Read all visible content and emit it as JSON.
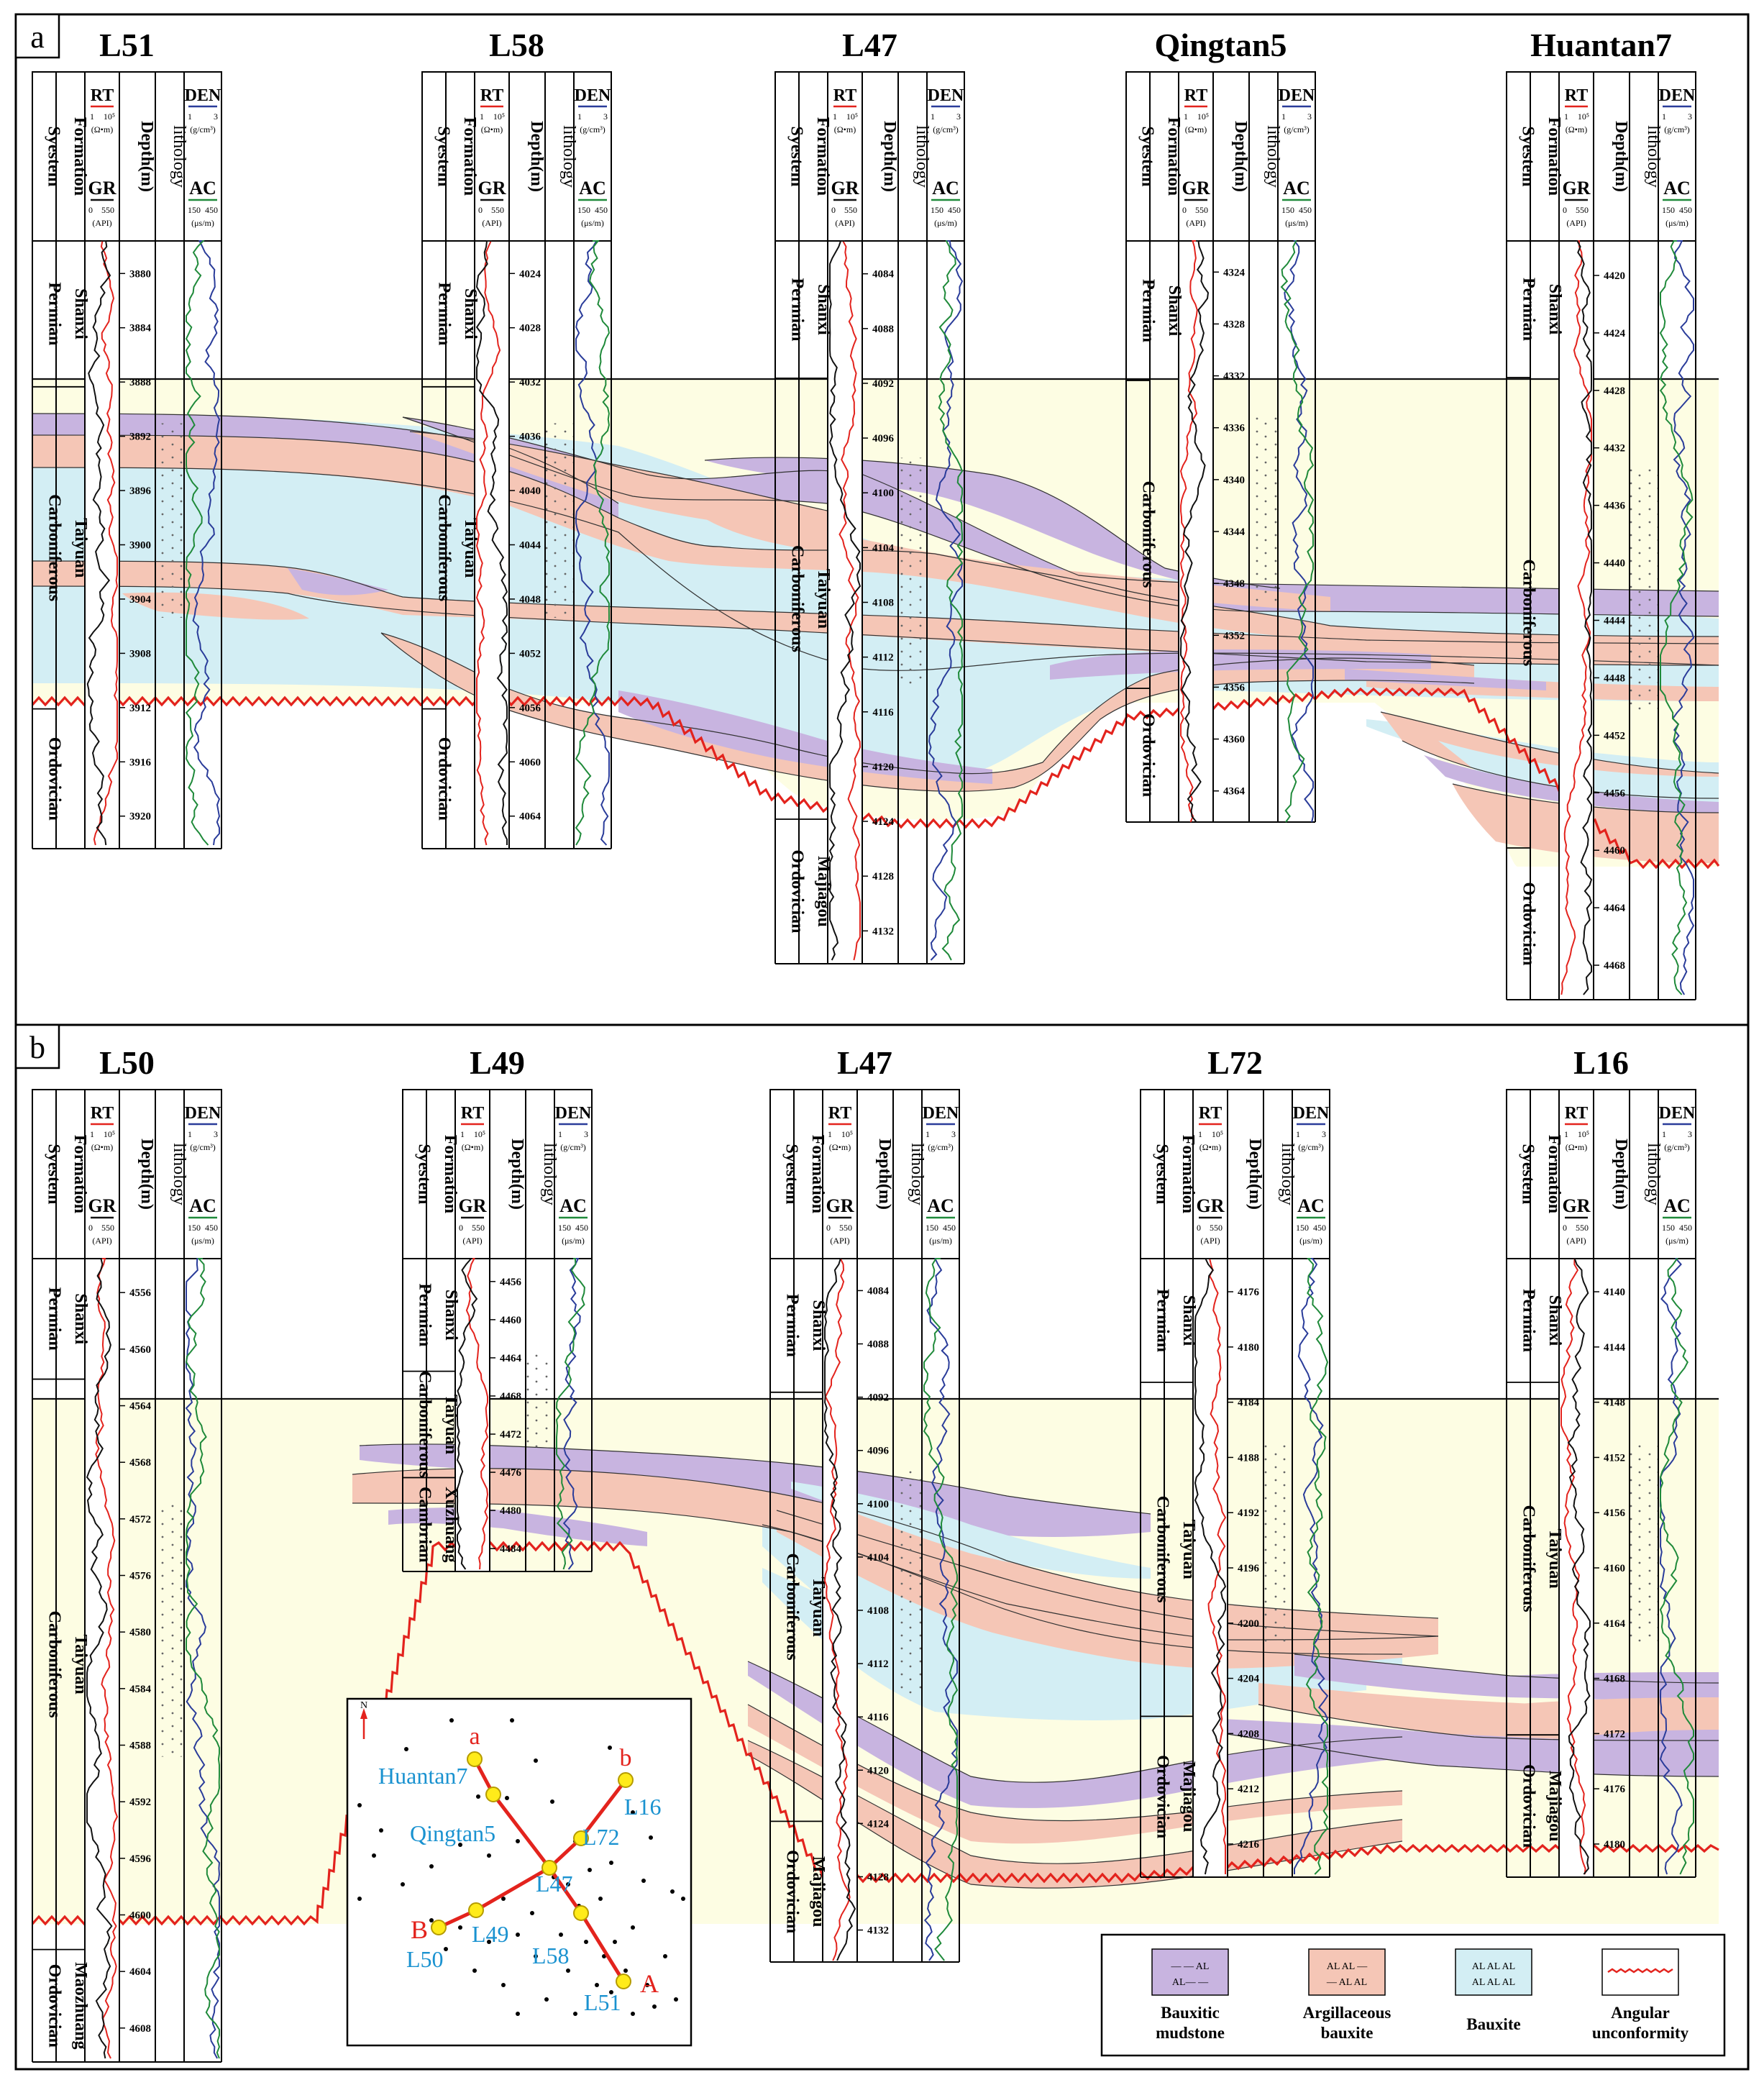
{
  "panels": [
    {
      "label": "a",
      "wells": [
        {
          "name": "L51",
          "depths": [
            "3880",
            "3884",
            "3888",
            "3892",
            "3896",
            "3900",
            "3904",
            "3908",
            "3912",
            "3916",
            "3920"
          ],
          "system_units": [
            {
              "text": "Permian",
              "frac": [
                0,
                0.24
              ]
            },
            {
              "text": "Carboniferous",
              "frac": [
                0.24,
                0.77
              ]
            },
            {
              "text": "Ordovician",
              "frac": [
                0.77,
                1
              ]
            }
          ],
          "formation_units": [
            {
              "text": "Shanxi",
              "frac": [
                0,
                0.24
              ]
            },
            {
              "text": "Taiyuan",
              "frac": [
                0.24,
                0.77
              ]
            }
          ]
        },
        {
          "name": "L58",
          "depths": [
            "4024",
            "4028",
            "4032",
            "4036",
            "4040",
            "4044",
            "4048",
            "4052",
            "4056",
            "4060",
            "4064"
          ],
          "system_units": [
            {
              "text": "Permian",
              "frac": [
                0,
                0.24
              ]
            },
            {
              "text": "Carboniferous",
              "frac": [
                0.24,
                0.77
              ]
            },
            {
              "text": "Ordovician",
              "frac": [
                0.77,
                1
              ]
            }
          ],
          "formation_units": [
            {
              "text": "Shanxi",
              "frac": [
                0,
                0.24
              ]
            },
            {
              "text": "Taiyuan",
              "frac": [
                0.24,
                0.77
              ]
            }
          ]
        },
        {
          "name": "L47",
          "depths": [
            "4084",
            "4088",
            "4092",
            "4096",
            "4100",
            "4104",
            "4108",
            "4112",
            "4116",
            "4120",
            "4124",
            "4128",
            "4132"
          ],
          "system_units": [
            {
              "text": "Permian",
              "frac": [
                0,
                0.19
              ]
            },
            {
              "text": "Carboniferous",
              "frac": [
                0.19,
                0.8
              ]
            },
            {
              "text": "Ordovician",
              "frac": [
                0.8,
                1
              ]
            }
          ],
          "formation_units": [
            {
              "text": "Shanxi",
              "frac": [
                0,
                0.19
              ]
            },
            {
              "text": "Taiyuan",
              "frac": [
                0.19,
                0.8
              ]
            },
            {
              "text": "Majiagou",
              "frac": [
                0.8,
                1
              ]
            }
          ]
        },
        {
          "name": "Qingtan5",
          "depths": [
            "4324",
            "4328",
            "4332",
            "4336",
            "4340",
            "4344",
            "4348",
            "4352",
            "4356",
            "4360",
            "4364"
          ],
          "system_units": [
            {
              "text": "Permian",
              "frac": [
                0,
                0.24
              ]
            },
            {
              "text": "Carboniferous",
              "frac": [
                0.24,
                0.77
              ]
            },
            {
              "text": "Ordovician",
              "frac": [
                0.77,
                1
              ]
            }
          ],
          "formation_units": [
            {
              "text": "Shanxi",
              "frac": [
                0,
                0.24
              ]
            }
          ]
        },
        {
          "name": "Huantan7",
          "depths": [
            "4420",
            "4424",
            "4428",
            "4432",
            "4436",
            "4440",
            "4444",
            "4448",
            "4452",
            "4456",
            "4460",
            "4464",
            "4468"
          ],
          "system_units": [
            {
              "text": "Permian",
              "frac": [
                0,
                0.18
              ]
            },
            {
              "text": "Carboniferous",
              "frac": [
                0.18,
                0.8
              ]
            },
            {
              "text": "Ordovician",
              "frac": [
                0.8,
                1
              ]
            }
          ],
          "formation_units": [
            {
              "text": "Shanxi",
              "frac": [
                0,
                0.18
              ]
            }
          ]
        }
      ]
    },
    {
      "label": "b",
      "wells": [
        {
          "name": "L50",
          "depths": [
            "4556",
            "4560",
            "4564",
            "4568",
            "4572",
            "4576",
            "4580",
            "4584",
            "4588",
            "4592",
            "4596",
            "4600",
            "4604",
            "4608"
          ],
          "system_units": [
            {
              "text": "Permian",
              "frac": [
                0,
                0.15
              ]
            },
            {
              "text": "Carboniferous",
              "frac": [
                0.15,
                0.86
              ]
            },
            {
              "text": "Ordovician",
              "frac": [
                0.86,
                1
              ]
            }
          ],
          "formation_units": [
            {
              "text": "Shanxi",
              "frac": [
                0,
                0.15
              ]
            },
            {
              "text": "Taiyuan",
              "frac": [
                0.15,
                0.86
              ]
            },
            {
              "text": "Maozhuang",
              "frac": [
                0.86,
                1
              ]
            }
          ]
        },
        {
          "name": "L49",
          "depths": [
            "4456",
            "4460",
            "4464",
            "4468",
            "4472",
            "4476",
            "4480",
            "4484"
          ],
          "system_units": [
            {
              "text": "Permian",
              "frac": [
                0,
                0.36
              ]
            },
            {
              "text": "Carboniferous",
              "frac": [
                0.36,
                0.7
              ]
            },
            {
              "text": "Cambrian",
              "frac": [
                0.7,
                1
              ]
            }
          ],
          "formation_units": [
            {
              "text": "Shanxi",
              "frac": [
                0,
                0.36
              ]
            },
            {
              "text": "Taiyuan",
              "frac": [
                0.36,
                0.7
              ]
            },
            {
              "text": "Xuzhuang",
              "frac": [
                0.7,
                1
              ]
            }
          ]
        },
        {
          "name": "L47",
          "depths": [
            "4084",
            "4088",
            "4092",
            "4096",
            "4100",
            "4104",
            "4108",
            "4112",
            "4116",
            "4120",
            "4124",
            "4128",
            "4132"
          ],
          "system_units": [
            {
              "text": "Permian",
              "frac": [
                0,
                0.19
              ]
            },
            {
              "text": "Carboniferous",
              "frac": [
                0.19,
                0.8
              ]
            },
            {
              "text": "Ordovician",
              "frac": [
                0.8,
                1
              ]
            }
          ],
          "formation_units": [
            {
              "text": "Shanxi",
              "frac": [
                0,
                0.19
              ]
            },
            {
              "text": "Taiyuan",
              "frac": [
                0.19,
                0.8
              ]
            },
            {
              "text": "Majiagou",
              "frac": [
                0.8,
                1
              ]
            }
          ]
        },
        {
          "name": "L72",
          "depths": [
            "4176",
            "4180",
            "4184",
            "4188",
            "4192",
            "4196",
            "4200",
            "4204",
            "4208",
            "4212",
            "4216"
          ],
          "system_units": [
            {
              "text": "Permian",
              "frac": [
                0,
                0.2
              ]
            },
            {
              "text": "Carboniferous",
              "frac": [
                0.2,
                0.74
              ]
            },
            {
              "text": "Ordovician",
              "frac": [
                0.74,
                1
              ]
            }
          ],
          "formation_units": [
            {
              "text": "Shanxi",
              "frac": [
                0,
                0.2
              ]
            },
            {
              "text": "Taiyuan",
              "frac": [
                0.2,
                0.74
              ]
            },
            {
              "text": "Majiagou",
              "frac": [
                0.74,
                1
              ]
            }
          ]
        },
        {
          "name": "L16",
          "depths": [
            "4140",
            "4144",
            "4148",
            "4152",
            "4156",
            "4160",
            "4164",
            "4168",
            "4172",
            "4176",
            "4180"
          ],
          "system_units": [
            {
              "text": "Permian",
              "frac": [
                0,
                0.2
              ]
            },
            {
              "text": "Carboniferous",
              "frac": [
                0.2,
                0.77
              ]
            },
            {
              "text": "Ordovician",
              "frac": [
                0.77,
                1
              ]
            }
          ],
          "formation_units": [
            {
              "text": "Shanxi",
              "frac": [
                0,
                0.2
              ]
            },
            {
              "text": "Taiyuan",
              "frac": [
                0.2,
                0.77
              ]
            },
            {
              "text": "Majiagou",
              "frac": [
                0.77,
                1
              ]
            }
          ]
        }
      ]
    }
  ],
  "header_labels": {
    "system": "Syestem",
    "formation": "Formation",
    "depth": "Depth(m)",
    "lithology": "lithology",
    "rt": "RT",
    "rt_min": "1",
    "rt_max": "10⁵",
    "rt_unit": "(Ω•m)",
    "gr": "GR",
    "gr_min": "0",
    "gr_max": "550",
    "gr_unit": "(API)",
    "den": "DEN",
    "den_min": "1",
    "den_max": "3",
    "den_unit": "(g/cm³)",
    "ac": "AC",
    "ac_min": "150",
    "ac_max": "450",
    "ac_unit": "(μs/m)"
  },
  "colors": {
    "purple": "#c8b4e0",
    "pink": "#f5c6b6",
    "cyan": "#d3eef4",
    "yellow": "#fdfde3",
    "red_line": "#e3231d",
    "rt_curve": "#e3231d",
    "gr_curve": "#111111",
    "den_curve": "#2a3c9a",
    "ac_curve": "#1f8a3a"
  },
  "map": {
    "north": "N",
    "marker_a_top": "a",
    "marker_b_top": "b",
    "marker_b_left": "B",
    "marker_a_bottom": "A",
    "wells": [
      "Huantan7",
      "Qingtan5",
      "L16",
      "L72",
      "L47",
      "L49",
      "L50",
      "L58",
      "L51"
    ]
  },
  "legend": [
    {
      "label_1": "Bauxitic",
      "label_2": "mudstone",
      "symbol_1": "— — AL",
      "symbol_2": "AL— —"
    },
    {
      "label_1": "Argillaceous",
      "label_2": "bauxite",
      "symbol_1": "AL AL —",
      "symbol_2": "— AL AL"
    },
    {
      "label_1": "Bauxite",
      "label_2": "",
      "symbol_1": "AL AL AL",
      "symbol_2": "AL AL AL"
    },
    {
      "label_1": "Angular",
      "label_2": "unconformity",
      "symbol_1": "",
      "symbol_2": ""
    }
  ]
}
